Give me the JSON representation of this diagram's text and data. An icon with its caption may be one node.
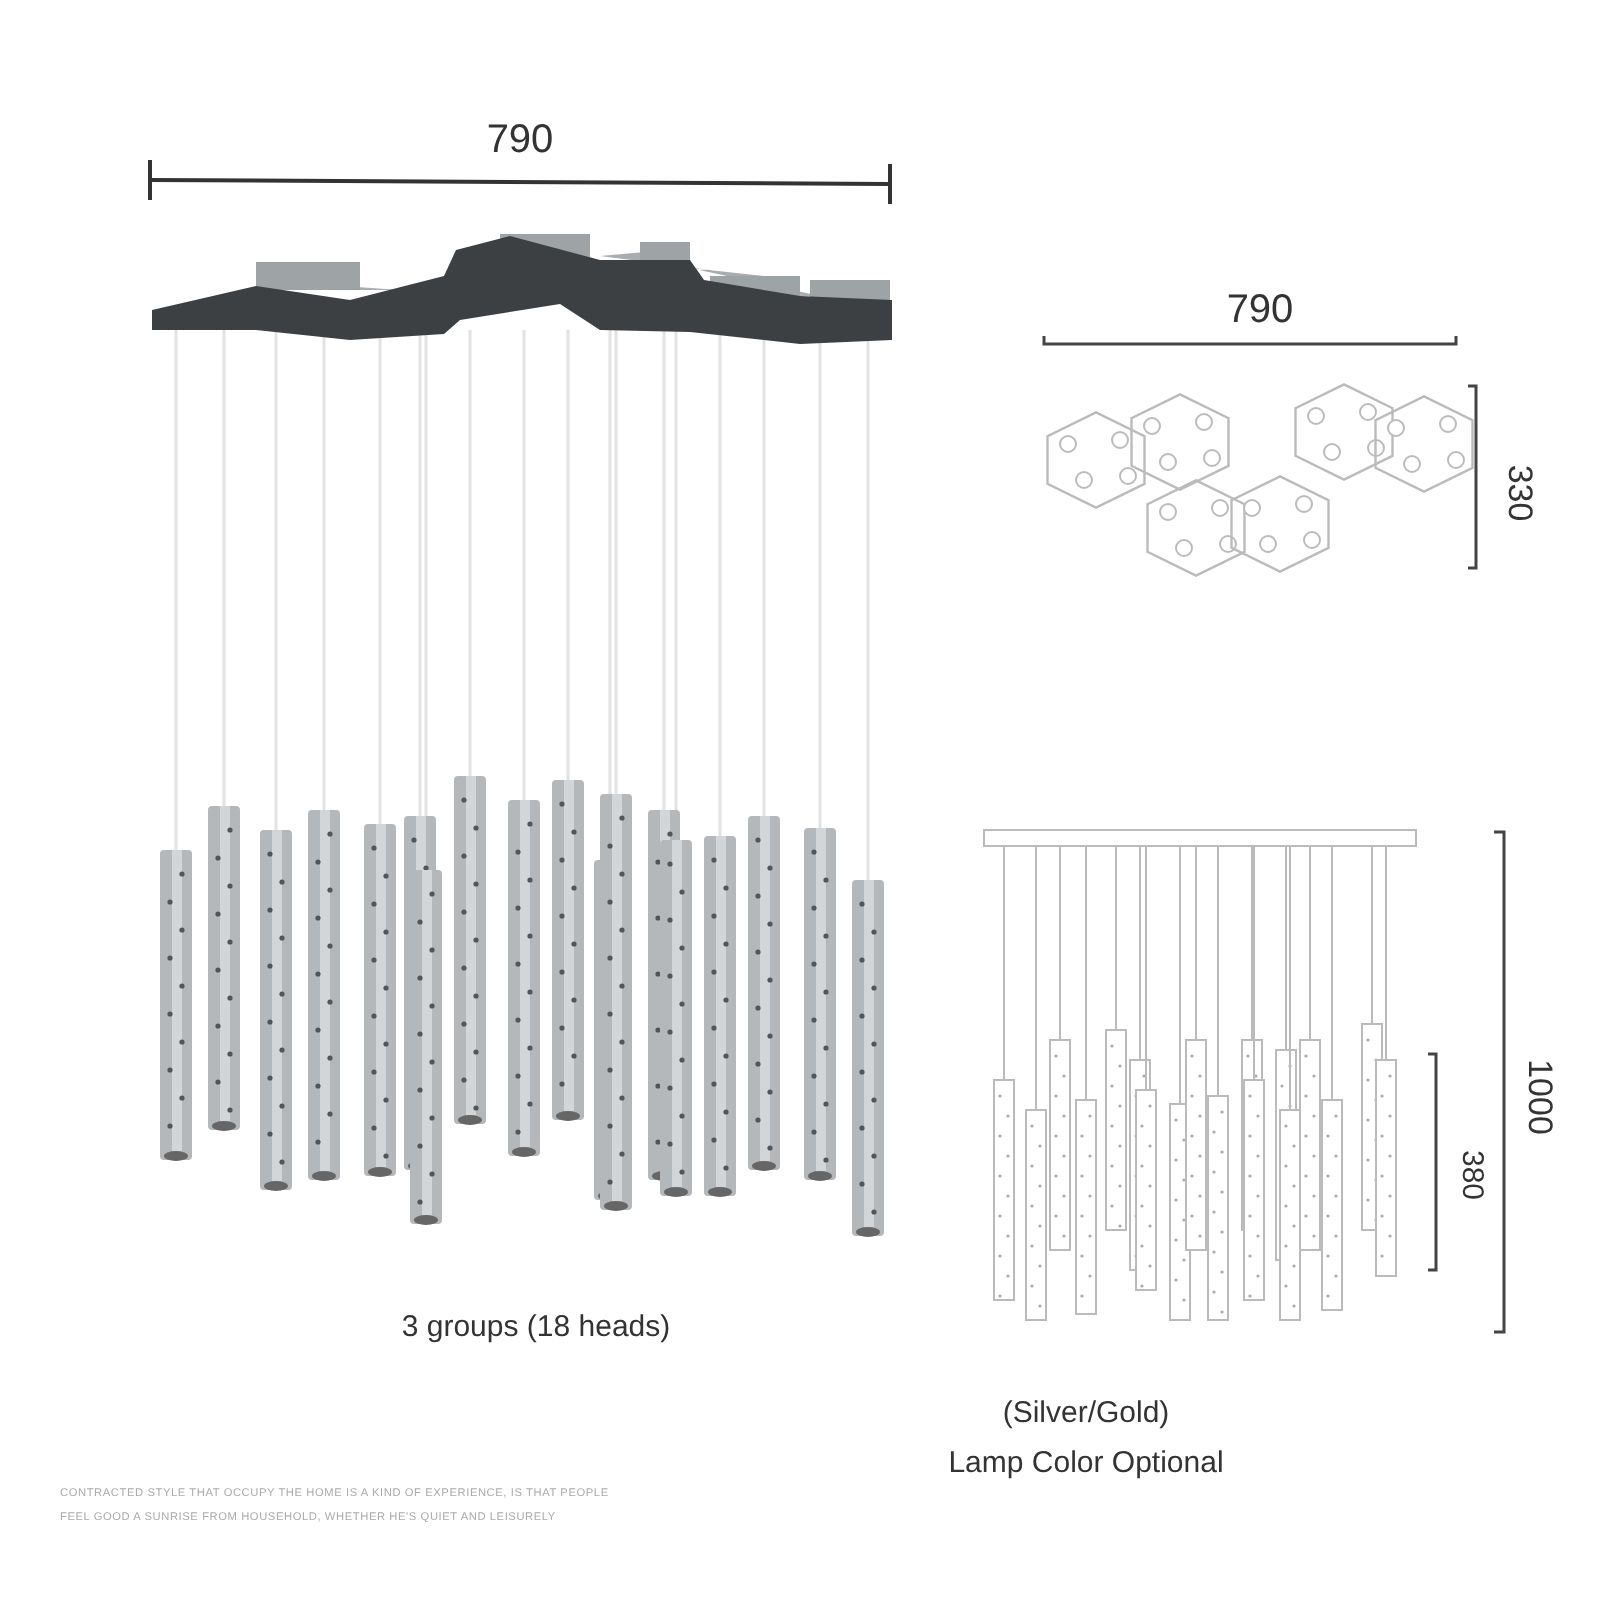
{
  "diagram": {
    "labels": [
      "790",
      "790",
      "330",
      "1000",
      "380",
      "3 groups (18 heads)",
      "(Silver/Gold)",
      "Lamp Color Optional",
      "CONTRACTED STYLE THAT OCCUPY THE HOME IS A KIND OF EXPERIENCE, IS THAT PEOPLE FEEL GOOD A SUNRISE FROM HOUSEHOLD, WHETHER HE'S QUIET AND LEISURELY"
    ]
  }
}
